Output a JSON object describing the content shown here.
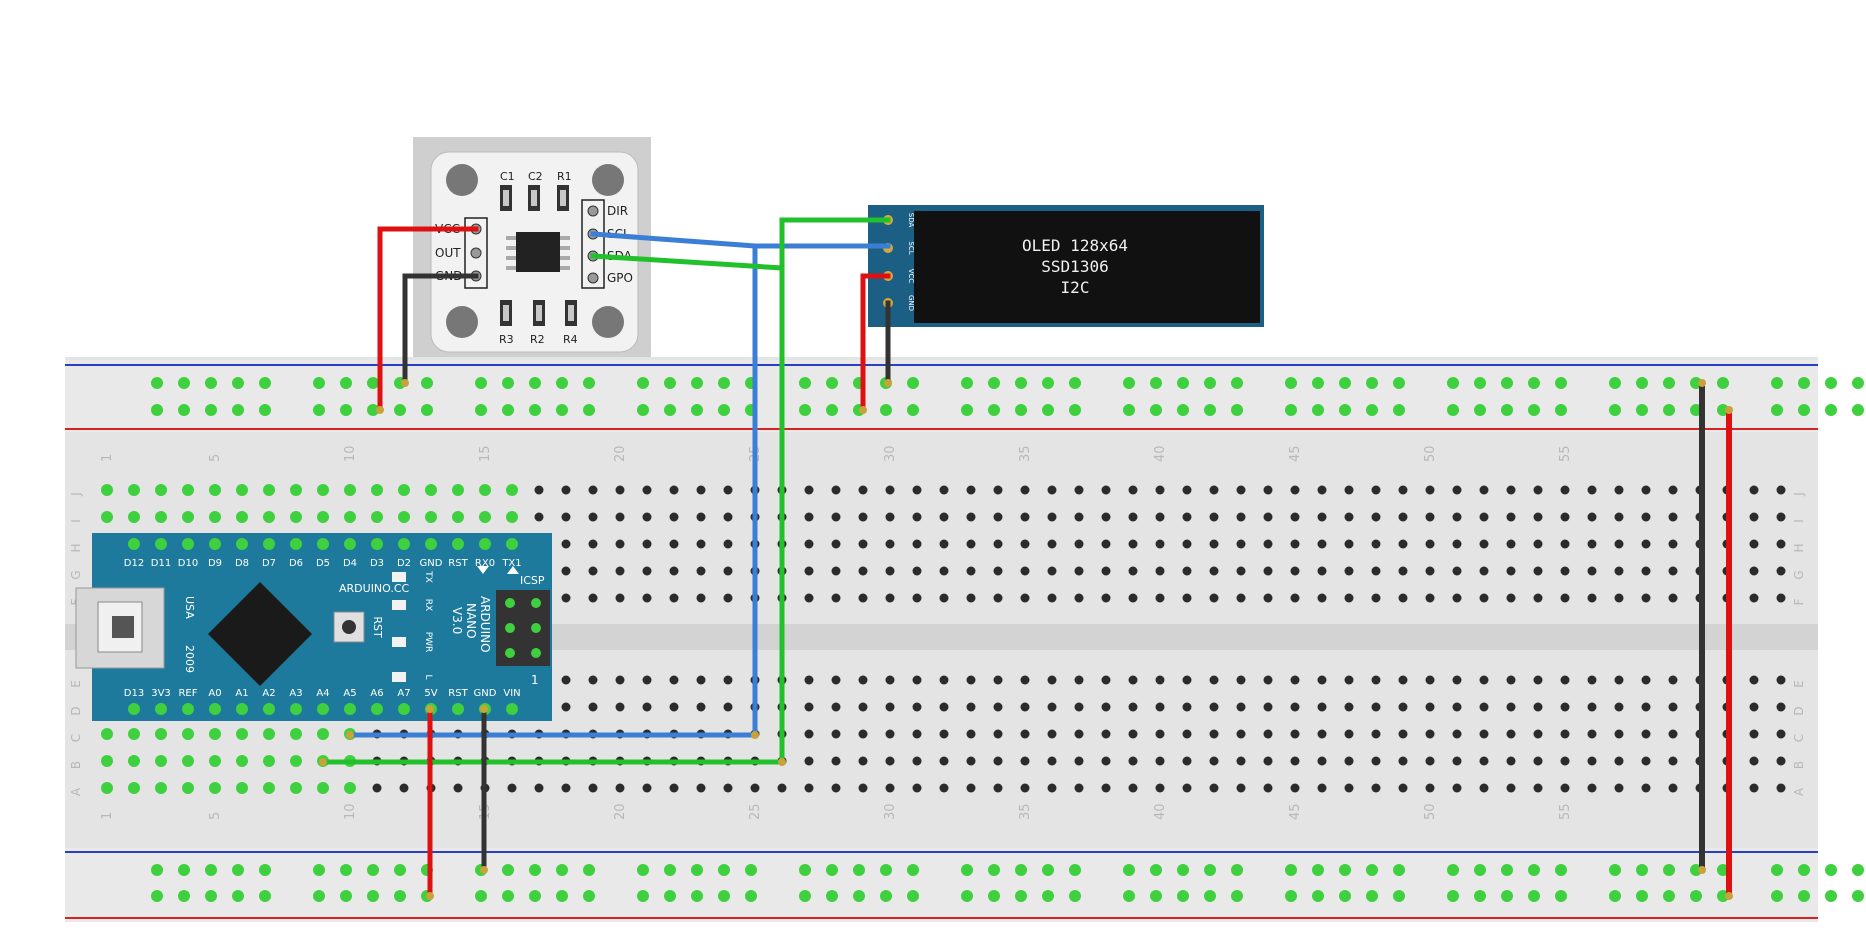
{
  "breadboard": {
    "column_numbers": [
      "1",
      "5",
      "10",
      "15",
      "20",
      "25",
      "30",
      "35",
      "40",
      "45",
      "50",
      "55"
    ],
    "row_letters_top": [
      "J",
      "I",
      "H",
      "G",
      "F"
    ],
    "row_letters_bottom": [
      "E",
      "D",
      "C",
      "B",
      "A"
    ]
  },
  "sensor_module": {
    "pins_left": [
      "VCC",
      "OUT",
      "GND"
    ],
    "pins_right": [
      "DIR",
      "SCL",
      "SDA",
      "GPO"
    ],
    "components": [
      "C1",
      "C2",
      "R1",
      "R3",
      "R2",
      "R4"
    ]
  },
  "oled": {
    "line1": "OLED 128x64",
    "line2": "SSD1306",
    "line3": "I2C",
    "pins": [
      "SDA",
      "SCL",
      "VCC",
      "GND"
    ]
  },
  "arduino": {
    "top_pins": [
      "D12",
      "D11",
      "D10",
      "D9",
      "D8",
      "D7",
      "D6",
      "D5",
      "D4",
      "D3",
      "D2",
      "GND",
      "RST",
      "RX0",
      "TX1"
    ],
    "bottom_pins": [
      "D13",
      "3V3",
      "REF",
      "A0",
      "A1",
      "A2",
      "A3",
      "A4",
      "A5",
      "A6",
      "A7",
      "5V",
      "RST",
      "GND",
      "VIN"
    ],
    "brand": "ARDUINO.CC",
    "model_line1": "ARDUINO",
    "model_line2": "NANO",
    "model_line3": "V3.0",
    "usa": "USA",
    "year": "2009",
    "icsp": "ICSP",
    "rst_label": "RST",
    "led_tx": "TX",
    "led_rx": "RX",
    "led_pwr": "PWR",
    "led_l": "L",
    "one": "1"
  },
  "colors": {
    "wire_red": "#dd1111",
    "wire_black": "#333333",
    "wire_blue": "#3a7fd5",
    "wire_green": "#22c02a",
    "board_teal": "#1d7a9c",
    "breadboard": "#e4e4e4",
    "rail_red": "#d62222",
    "rail_blue": "#2a3fc4",
    "hole_green": "#3fd03f"
  }
}
